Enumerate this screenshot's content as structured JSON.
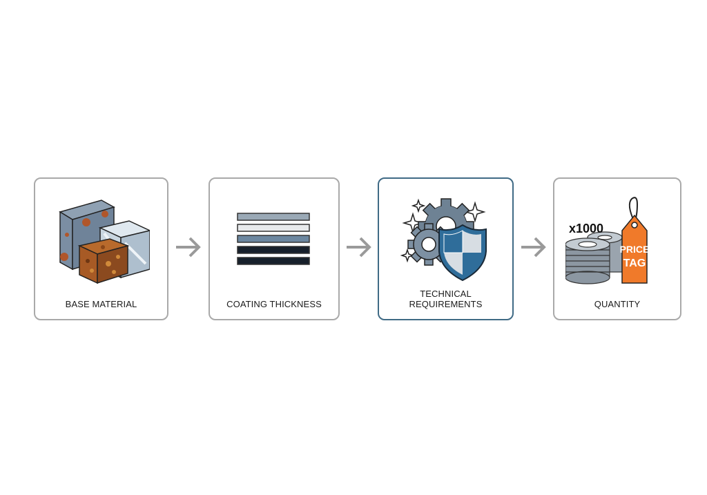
{
  "steps": [
    {
      "label": "BASE MATERIAL",
      "icon": "metal-blocks-icon"
    },
    {
      "label": "COATING THICKNESS",
      "icon": "coating-layers-icon"
    },
    {
      "label": "TECHNICAL\nREQUIREMENTS",
      "label_lines": [
        "TECHNICAL",
        "REQUIREMENTS"
      ],
      "icon": "gears-shield-icon",
      "highlighted": true
    },
    {
      "label": "QUANTITY",
      "icon": "washers-price-tag-icon",
      "quantity_text": "x1000",
      "tag_lines": [
        "PRICE",
        "TAG"
      ]
    }
  ],
  "colors": {
    "card_border": "#a9a9a9",
    "highlight_border": "#3f6a85",
    "arrow": "#9a9a9a",
    "tag_orange": "#f07a2a",
    "shield_blue": "#2f6d9a",
    "coating_layers": [
      "#9aa9b6",
      "#e8eaec",
      "#6c87a0",
      "#17202b",
      "#17202b"
    ]
  }
}
